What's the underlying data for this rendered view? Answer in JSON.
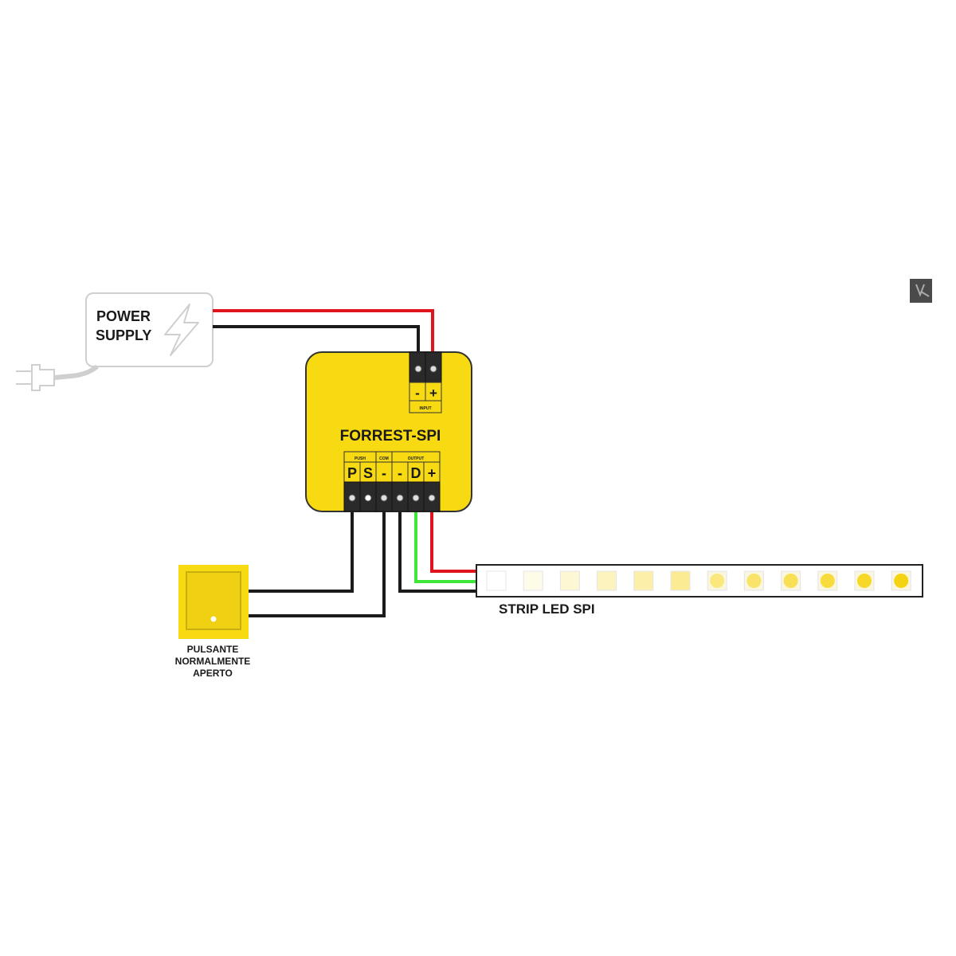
{
  "power_supply": {
    "line1": "POWER",
    "line2": "SUPPLY"
  },
  "controller": {
    "name": "FORREST-SPI",
    "input": {
      "label": "INPUT",
      "pins": [
        "-",
        "+"
      ]
    },
    "output_groups": {
      "push": "PUSH",
      "com": "COM",
      "output": "OUTPUT"
    },
    "output_pins": [
      "P",
      "S",
      "-",
      "-",
      "D",
      "+"
    ]
  },
  "button": {
    "line1": "PULSANTE",
    "line2": "NORMALMENTE",
    "line3": "APERTO"
  },
  "strip": {
    "label": "STRIP LED SPI",
    "led_count": 12,
    "led_color_start": "#ffffff",
    "led_color_end": "#f6d312"
  },
  "colors": {
    "yellow": "#f8da12",
    "red": "#e0141e",
    "green": "#3ee63a",
    "black": "#1a1a1a"
  },
  "corner_icon": "logo-icon"
}
